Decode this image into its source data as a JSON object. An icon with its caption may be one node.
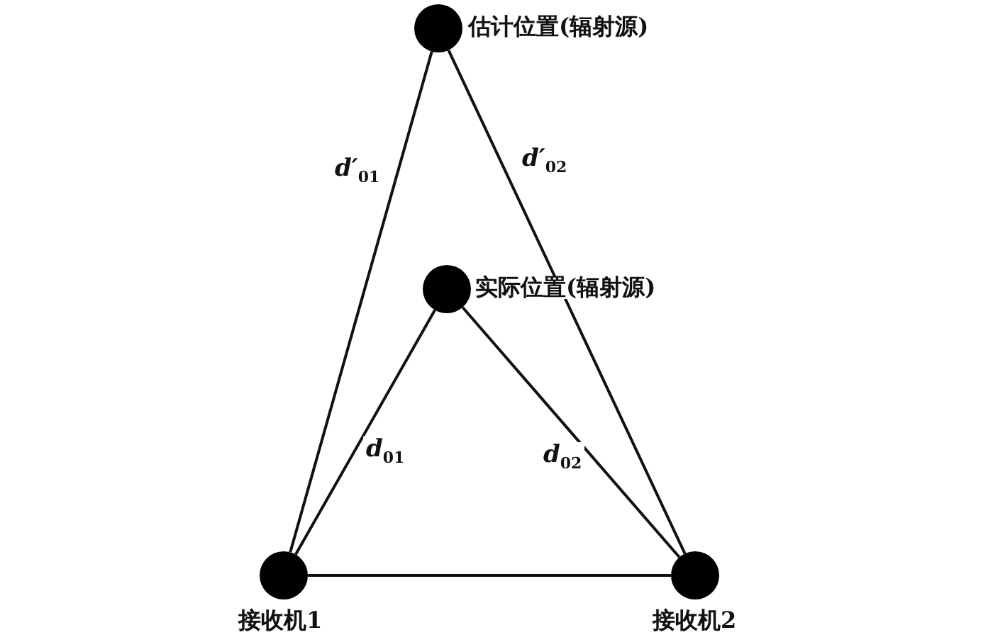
{
  "diagram": {
    "nodes": [
      {
        "text": [],
        "shape": "circle",
        "beside": [
          "估计位置(辐射源)"
        ]
      },
      {
        "text": [],
        "shape": "circle",
        "beside": [
          "实际位置(辐射源)"
        ]
      },
      {
        "text": [],
        "shape": "circle",
        "beside": [
          "接收机1"
        ]
      },
      {
        "text": [],
        "shape": "circle",
        "beside": [
          "接收机2"
        ]
      }
    ],
    "edges": [
      {
        "from": 0,
        "to": 2,
        "arrow": "none",
        "label": "d′$_{01}$"
      },
      {
        "from": 0,
        "to": 3,
        "arrow": "none",
        "label": "d′$_{02}$"
      },
      {
        "from": 1,
        "to": 2,
        "arrow": "none",
        "label": "d$_{01}$"
      },
      {
        "from": 1,
        "to": 3,
        "arrow": "none",
        "label": "d$_{02}$"
      },
      {
        "from": 2,
        "to": 3,
        "arrow": "none"
      }
    ]
  }
}
